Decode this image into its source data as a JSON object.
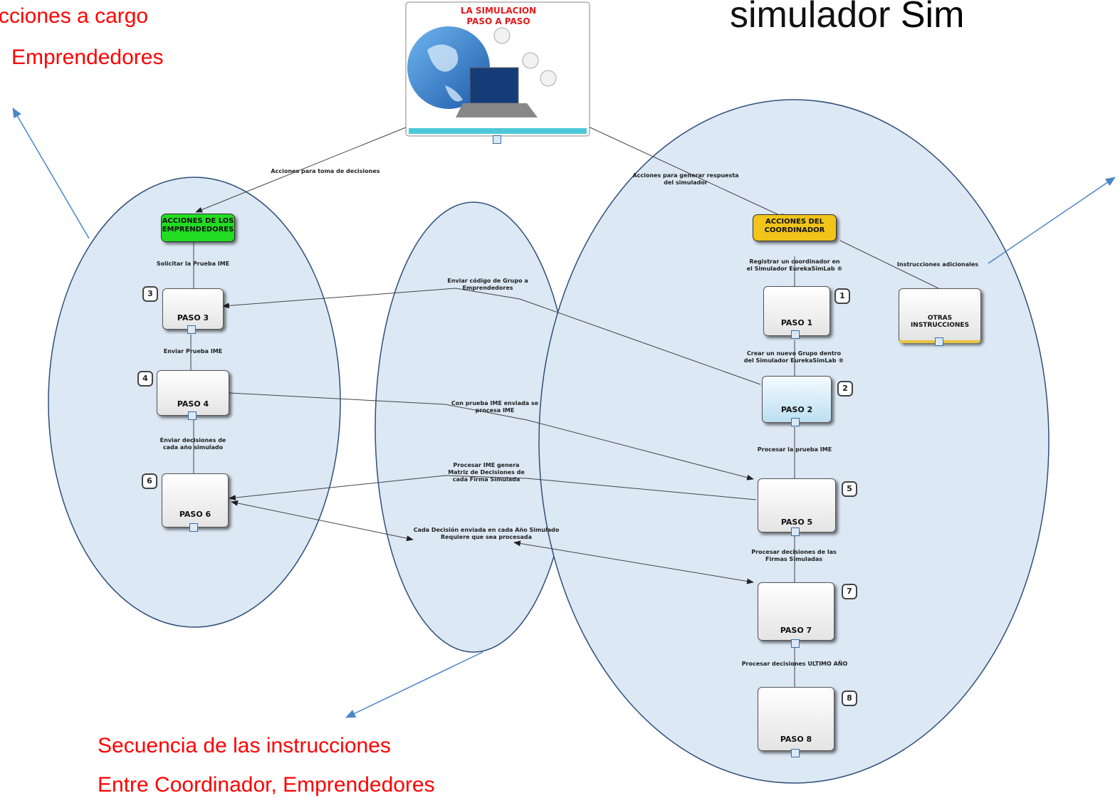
{
  "annotations": {
    "emprendedores_line1": "cciones a cargo",
    "emprendedores_line2": "Emprendedores",
    "title_part1": "simulador ",
    "title_part2": "Sim",
    "secuencia_line1": "Secuencia de las instrucciones",
    "secuencia_line2": "Entre Coordinador, Emprendedores"
  },
  "root": {
    "line1": "LA SIMULACION",
    "line2": "PASO A PASO"
  },
  "headers": {
    "emprendedores": "ACCIONES DE LOS\nEMPRENDEDORES",
    "coordinador": "ACCIONES DEL\nCOORDINADOR"
  },
  "steps": {
    "paso1": {
      "label": "PASO 1",
      "num": "1"
    },
    "paso2": {
      "label": "PASO 2",
      "num": "2"
    },
    "paso3": {
      "label": "PASO 3",
      "num": "3"
    },
    "paso4": {
      "label": "PASO 4",
      "num": "4"
    },
    "paso5": {
      "label": "PASO 5",
      "num": "5"
    },
    "paso6": {
      "label": "PASO 6",
      "num": "6"
    },
    "paso7": {
      "label": "PASO 7",
      "num": "7"
    },
    "paso8": {
      "label": "PASO 8",
      "num": "8"
    },
    "otras": {
      "label": "OTRAS\nINSTRUCCIONES"
    }
  },
  "edge_labels": {
    "toma_decisiones": "Acciones para toma de decisiones",
    "generar_respuesta": "Acciones para generar respuesta\ndel simulador",
    "solicitar_ime": "Solicitar la Prueba IME",
    "enviar_ime": "Enviar Prueba IME",
    "enviar_decisiones": "Enviar decisiones de\ncada año simulado",
    "registrar": "Registrar un coordinador en\nel Simulador EurekaSimLab ®",
    "instrucciones_adicionales": "Instrucciones adicionales",
    "crear_grupo": "Crear un nuevo Grupo dentro\ndel Simulador EurekaSimLab ®",
    "procesar_ime": "Procesar la prueba IME",
    "procesar_decisiones": "Procesar decisiones de las\nFirmas Simuladas",
    "procesar_ultimo": "Procesar decisiones ULTIMO AÑO",
    "enviar_codigo": "Enviar código de Grupo a\nEmprendedores",
    "prueba_enviada": "Con prueba IME enviada se\nprocesa IME",
    "matriz": "Procesar IME genera\nMatriz de Decisiones de\ncada Firma Simulada",
    "cada_decision": "Cada Decisión enviada en cada Año Simulado\nRequiere que sea procesada"
  },
  "colors": {
    "ellipse_fill": "#dce8f4",
    "ellipse_stroke": "#2f4f7a",
    "annotation_arrow": "#4a86c5",
    "header_green": "#22dd22",
    "header_yellow": "#f0c419",
    "annotation_red": "#ff0000"
  }
}
